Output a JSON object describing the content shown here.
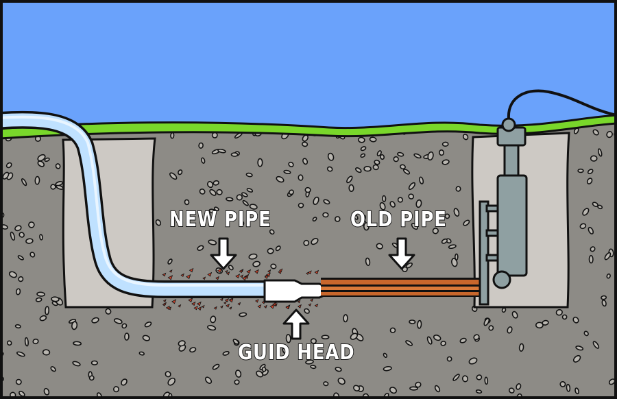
{
  "labels": {
    "new_pipe": "NEW PIPE",
    "old_pipe": "OLD PIPE",
    "guide_head": "GUID HEAD"
  },
  "colors": {
    "sky": "#6aa2fb",
    "grass": "#79d72b",
    "soil": "#8d8b86",
    "pit": "#cdc9c4",
    "new_pipe": "#bfe1ff",
    "old_pipe": "#c8672c",
    "machine": "#8fa0a2",
    "debris": "#c9432b",
    "outline": "#111111"
  }
}
